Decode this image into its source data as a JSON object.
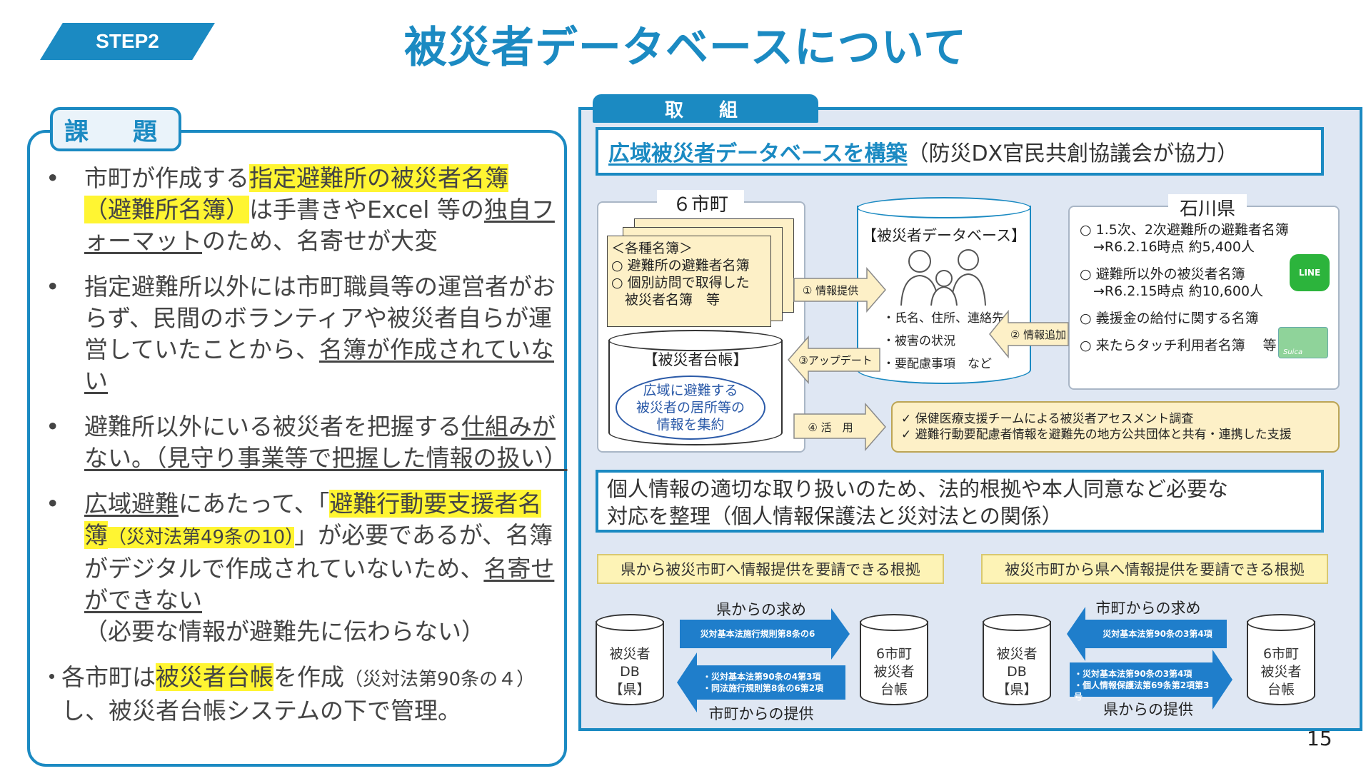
{
  "header": {
    "step": "STEP2",
    "title": "被災者データベースについて"
  },
  "issues": {
    "label": "課　題",
    "items": [
      {
        "p1": "市町が作成する",
        "h1": "指定避難所の被災者名簿",
        "h2": "（避難所名簿）",
        "p2": "は手書きやExcel 等の",
        "u1": "独自フォーマット",
        "p3": "のため、名寄せが大変"
      },
      {
        "p1": "指定避難所以外には市町職員等の運営者がおらず、民間のボランティアや被災者自らが運営していたことから、",
        "u1": "名簿が作成されていない"
      },
      {
        "p1": "避難所以外にいる被災者を把握する",
        "u1": "仕組みがない。（見守り事業等で把握した情報の扱い）"
      },
      {
        "u1": "広域避難",
        "p1": "にあたって、「",
        "h1": "避難行動要支援者名簿",
        "h1s": "（災対法第49条の10）",
        "p2": "」が必要であるが、名簿がデジタルで作成されていないため、",
        "u2": "名寄せができない",
        "p3": "（必要な情報が避難先に伝わらない）"
      },
      {
        "p1": "各市町は",
        "h1": "被災者台帳",
        "p2": "を作成",
        "s1": "（災対法第90条の４）",
        "p3": "し、被災者台帳システムの下で管理。"
      }
    ]
  },
  "torikumi": {
    "label": "取　組",
    "title_strong": "広域被災者データベースを構築",
    "title_rest": "（防災DX官民共創協議会が協力）",
    "municipalities": {
      "label": "６市町",
      "meibo": [
        "＜各種名簿＞",
        "○ 避難所の避難者名簿",
        "○ 個別訪問で取得した",
        "　被災者名簿　等"
      ],
      "ledger_title": "【被災者台帳】",
      "ledger_body": [
        "広域に避難する",
        "被災者の居所等の",
        "情報を集約"
      ]
    },
    "database": {
      "title": "【被災者データベース】",
      "items": [
        "・氏名、住所、連絡先",
        "・被害の状況",
        "・要配慮事項　など"
      ]
    },
    "prefecture": {
      "label": "石川県",
      "items": [
        [
          "○ 1.5次、2次避難所の避難者名簿",
          "　→R6.2.16時点 約5,400人"
        ],
        [
          "○ 避難所以外の被災者名簿",
          "　→R6.2.15時点 約10,600人"
        ],
        [
          "○ 義援金の給付に関する名簿"
        ],
        [
          "○ 来たらタッチ利用者名簿　 等"
        ]
      ],
      "line_icon_text": "LINE",
      "suica_text": "Suica"
    },
    "arrows": {
      "provide": "① 情報提供",
      "add": "② 情報追加",
      "update": "③アップデート",
      "use": "④ 活　用"
    },
    "support": [
      "✓ 保健医療支援チームによる被災者アセスメント調査",
      "✓ 避難行動要配慮者情報を避難先の地方公共団体と共有・連携した支援"
    ],
    "privacy": [
      "個人情報の適切な取り扱いのため、法的根拠や本人同意など必要な",
      "対応を整理（個人情報保護法と災対法との関係）"
    ],
    "basis_left": {
      "head": "県から被災市町へ情報提供を要請できる根拠",
      "request_caption": "県からの求め",
      "request_arrow": "災対基本法施行規則第8条の6",
      "provide_arrow": [
        "・災対基本法第90条の4第3項",
        "・同法施行規則第8条の6第2項"
      ],
      "provide_caption": "市町からの提供",
      "db_left": [
        "被災者",
        "DB",
        "【県】"
      ],
      "db_right": [
        "6市町",
        "被災者",
        "台帳"
      ]
    },
    "basis_right": {
      "head": "被災市町から県へ情報提供を要請できる根拠",
      "request_caption": "市町からの求め",
      "request_arrow": "災対基本法第90条の3第4項",
      "provide_arrow": [
        "・災対基本法第90条の3第4項",
        "・個人情報保護法第69条第2項第3号"
      ],
      "provide_caption": "県からの提供",
      "db_left": [
        "被災者",
        "DB",
        "【県】"
      ],
      "db_right": [
        "6市町",
        "被災者",
        "台帳"
      ]
    }
  },
  "page_number": "15",
  "colors": {
    "accent": "#1b8ac2",
    "highlight": "#fff532",
    "note_bg": "#fdf0c7",
    "panel_bg": "#dfe7f3"
  }
}
